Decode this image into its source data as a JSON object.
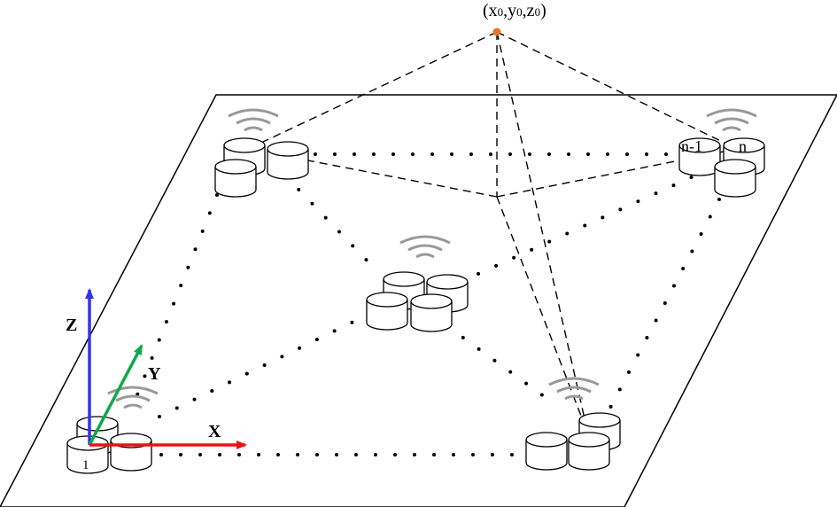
{
  "source_point": {
    "label": "(x₀,y₀,z₀)",
    "label_x": "x",
    "label_y": "y",
    "label_z": "z",
    "sub": "0",
    "color": "#e07a1f"
  },
  "axes": {
    "x": {
      "label": "X",
      "color": "#ee1111"
    },
    "y": {
      "label": "Y",
      "color": "#11a84a"
    },
    "z": {
      "label": "Z",
      "color": "#3333ee"
    }
  },
  "nodes": {
    "first_label": "1",
    "n_minus_1_label": "n-1",
    "n_label": "n"
  },
  "colors": {
    "outline": "#000000",
    "wifi": "#999999"
  }
}
